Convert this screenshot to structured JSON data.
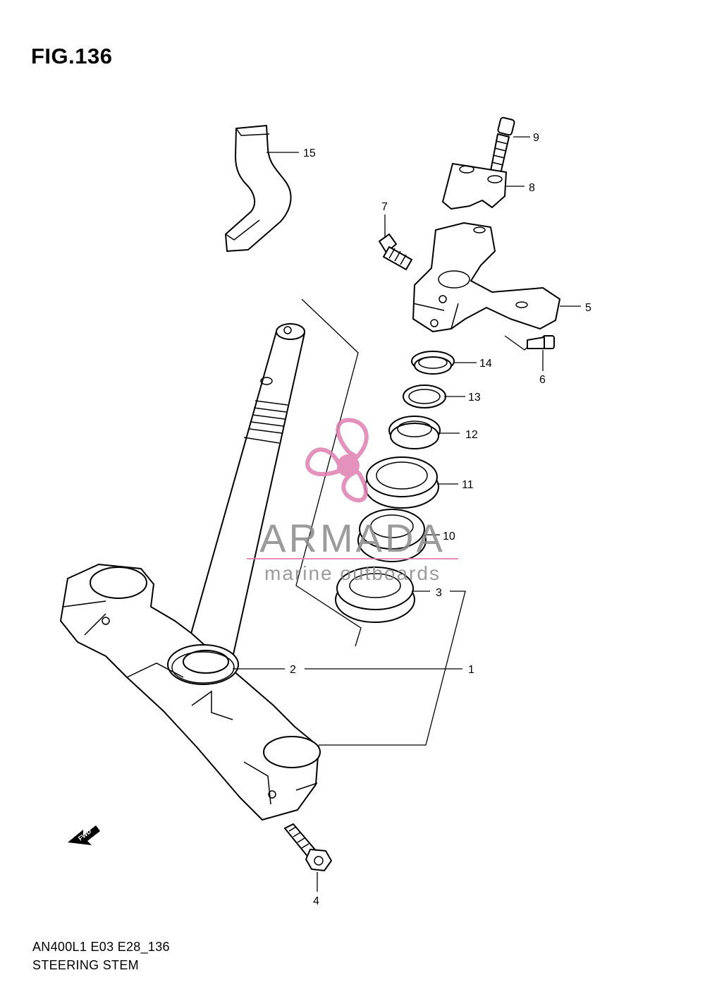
{
  "figure": {
    "title": "FIG.136",
    "model_code": "AN400L1 E03 E28_136",
    "name": "STEERING STEM"
  },
  "watermark": {
    "brand": "ARMADA",
    "tagline": "marine outboards",
    "accent_color": "#e07fb0"
  },
  "fwd_label": "FWD",
  "callouts": [
    "1",
    "2",
    "3",
    "4",
    "5",
    "6",
    "7",
    "8",
    "9",
    "10",
    "11",
    "12",
    "13",
    "14",
    "15"
  ]
}
